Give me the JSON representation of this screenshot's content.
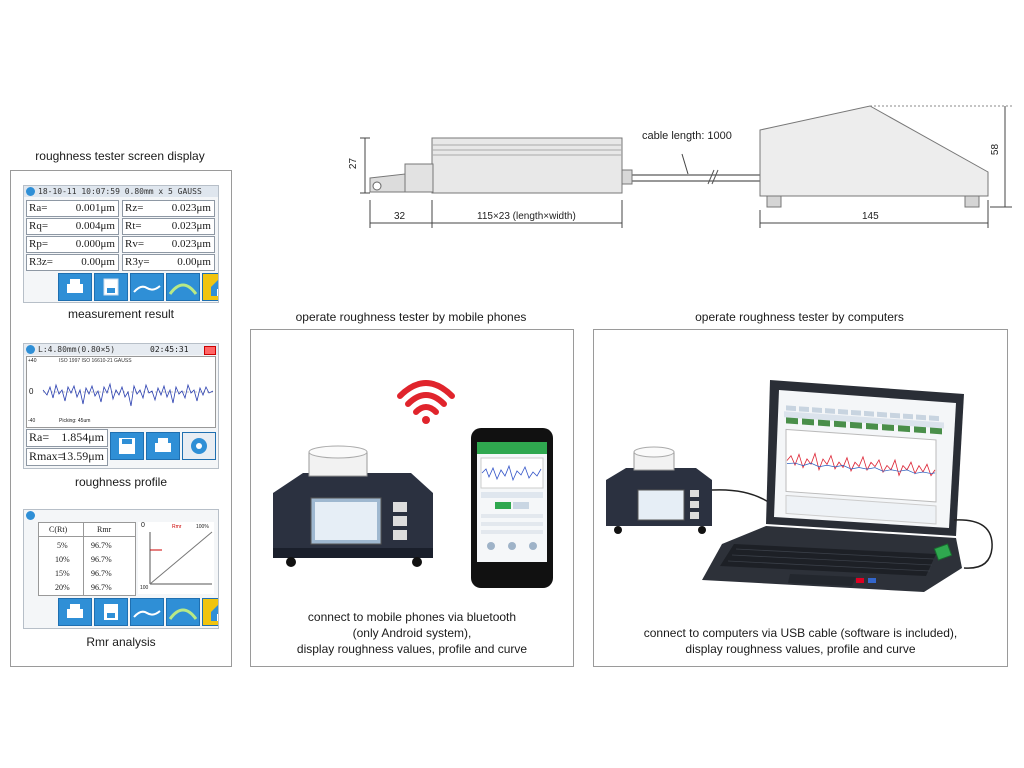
{
  "diagram": {
    "cable_label": "cable length: 1000",
    "dim_27": "27",
    "dim_58": "58",
    "dim_32": "32",
    "dim_115": "115×23 (length×width)",
    "dim_145": "145"
  },
  "screens": {
    "title": "roughness tester screen display",
    "measurement": {
      "caption": "measurement result",
      "status": "18-10-11 10:07:59 0.80mm x 5 GAUSS",
      "cells": [
        {
          "name": "Ra=",
          "value": "0.001μm"
        },
        {
          "name": "Rz=",
          "value": "0.023μm"
        },
        {
          "name": "Rq=",
          "value": "0.004μm"
        },
        {
          "name": "Rt=",
          "value": "0.023μm"
        },
        {
          "name": "Rp=",
          "value": "0.000μm"
        },
        {
          "name": "Rv=",
          "value": "0.023μm"
        },
        {
          "name": "R3z=",
          "value": "0.00μm"
        },
        {
          "name": "R3y=",
          "value": "0.00μm"
        }
      ]
    },
    "profile": {
      "caption": "roughness profile",
      "status": "L:4.80mm(0.80×5)",
      "time": "02:45:31",
      "standard": "ISO 1997 ISO 16610-21 GAUSS",
      "y_top": "+40",
      "y_mid": "0",
      "y_bot": "-40",
      "picking": "Picking: 45um",
      "ra_name": "Ra=",
      "ra_value": "1.854μm",
      "rmax_name": "Rmax=",
      "rmax_value": "13.59μm"
    },
    "rmr": {
      "caption": "Rmr analysis",
      "col1": "C(Rt)",
      "col2": "Rmr",
      "rows": [
        {
          "c": "5%",
          "r": "96.7%"
        },
        {
          "c": "10%",
          "r": "96.7%"
        },
        {
          "c": "15%",
          "r": "96.7%"
        },
        {
          "c": "20%",
          "r": "96.7%"
        }
      ],
      "chart_zero": "0",
      "chart_hundred": "100%",
      "chart_label": "Rmr",
      "chart_bottom": "100"
    }
  },
  "mobile": {
    "title": "operate roughness tester by mobile phones",
    "desc_line1": "connect to mobile phones via bluetooth",
    "desc_line2": "(only Android system),",
    "desc_line3": "display roughness values, profile and curve"
  },
  "computer": {
    "title": "operate roughness tester by computers",
    "desc_line1": "connect to computers via USB cable (software is included),",
    "desc_line2": "display roughness values, profile and curve"
  },
  "colors": {
    "button_blue": "#2f8fd6",
    "device_dark": "#2b3140",
    "signal_red": "#e0242c",
    "usb_green": "#2fa84f"
  }
}
